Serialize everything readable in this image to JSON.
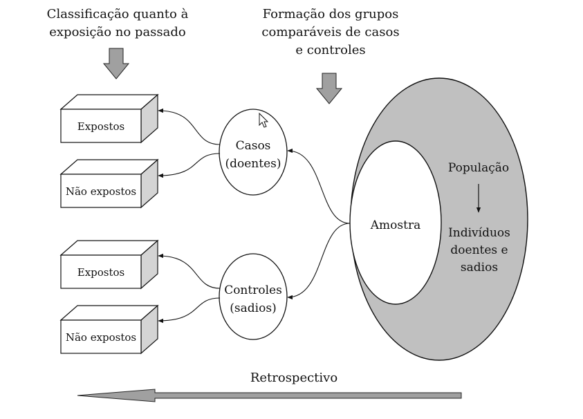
{
  "header": {
    "left_caption": [
      "Classificação quanto à",
      "exposição no passado"
    ],
    "center_caption": [
      "Formação dos grupos",
      "comparáveis de casos",
      "e controles"
    ]
  },
  "boxes": {
    "exposed_top": "Expostos",
    "unexposed_top": "Não expostos",
    "exposed_bottom": "Expostos",
    "unexposed_bottom": "Não expostos"
  },
  "groups": {
    "cases": [
      "Casos",
      "(doentes)"
    ],
    "controls": [
      "Controles",
      "(sadios)"
    ]
  },
  "population": {
    "sample_label": "Amostra",
    "population_label": "População",
    "individuals_label": [
      "Indivíduos",
      "doentes e",
      "sadios"
    ]
  },
  "timeline": {
    "label": "Retrospectivo"
  },
  "colors": {
    "fill_gray": "#c0c0c0",
    "arrow_gray": "#a0a0a0",
    "stroke": "#111111"
  }
}
